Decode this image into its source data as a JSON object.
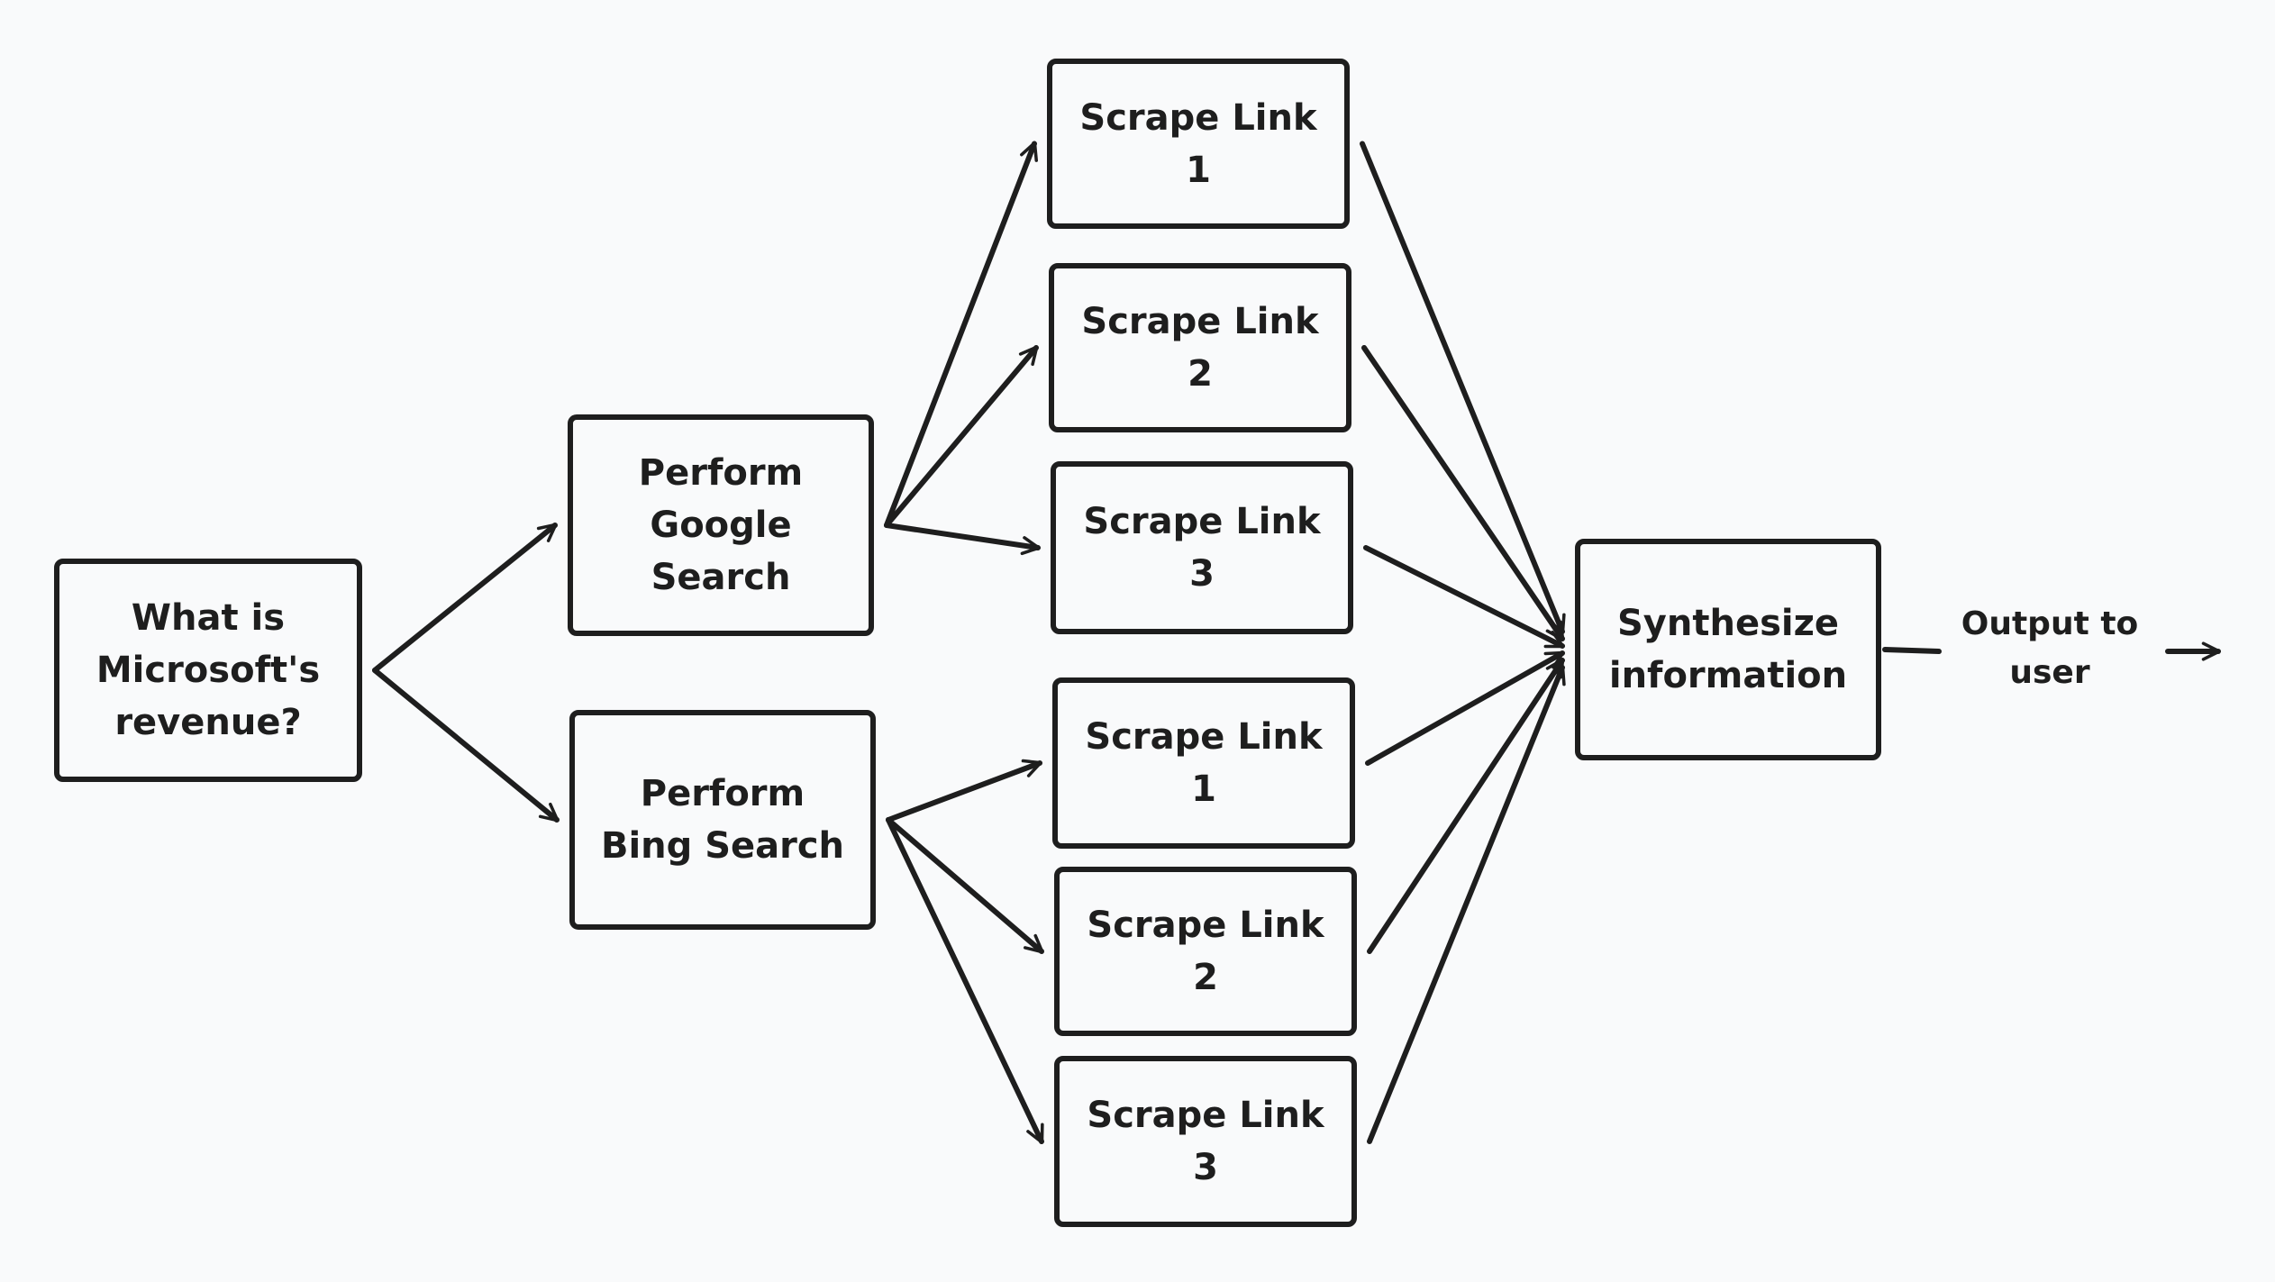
{
  "diagram": {
    "nodes": [
      {
        "id": "question",
        "label": "What is\nMicrosoft's\nrevenue?"
      },
      {
        "id": "google",
        "label": "Perform\nGoogle\nSearch"
      },
      {
        "id": "bing",
        "label": "Perform\nBing Search"
      },
      {
        "id": "g1",
        "label": "Scrape Link\n1"
      },
      {
        "id": "g2",
        "label": "Scrape Link\n2"
      },
      {
        "id": "g3",
        "label": "Scrape Link\n3"
      },
      {
        "id": "b1",
        "label": "Scrape Link\n1"
      },
      {
        "id": "b2",
        "label": "Scrape Link\n2"
      },
      {
        "id": "b3",
        "label": "Scrape Link\n3"
      },
      {
        "id": "synth",
        "label": "Synthesize\ninformation"
      }
    ],
    "output_label": "Output to\nuser",
    "edges": [
      {
        "from": "question",
        "to": "google"
      },
      {
        "from": "question",
        "to": "bing"
      },
      {
        "from": "google",
        "to": "g1"
      },
      {
        "from": "google",
        "to": "g2"
      },
      {
        "from": "google",
        "to": "g3"
      },
      {
        "from": "bing",
        "to": "b1"
      },
      {
        "from": "bing",
        "to": "b2"
      },
      {
        "from": "bing",
        "to": "b3"
      },
      {
        "from": "g1",
        "to": "synth"
      },
      {
        "from": "g2",
        "to": "synth"
      },
      {
        "from": "g3",
        "to": "synth"
      },
      {
        "from": "b1",
        "to": "synth"
      },
      {
        "from": "b2",
        "to": "synth"
      },
      {
        "from": "b3",
        "to": "synth"
      },
      {
        "from": "synth",
        "to": "output"
      }
    ],
    "stroke_color": "#1e1e1e",
    "background_color": "#f9fafb"
  }
}
